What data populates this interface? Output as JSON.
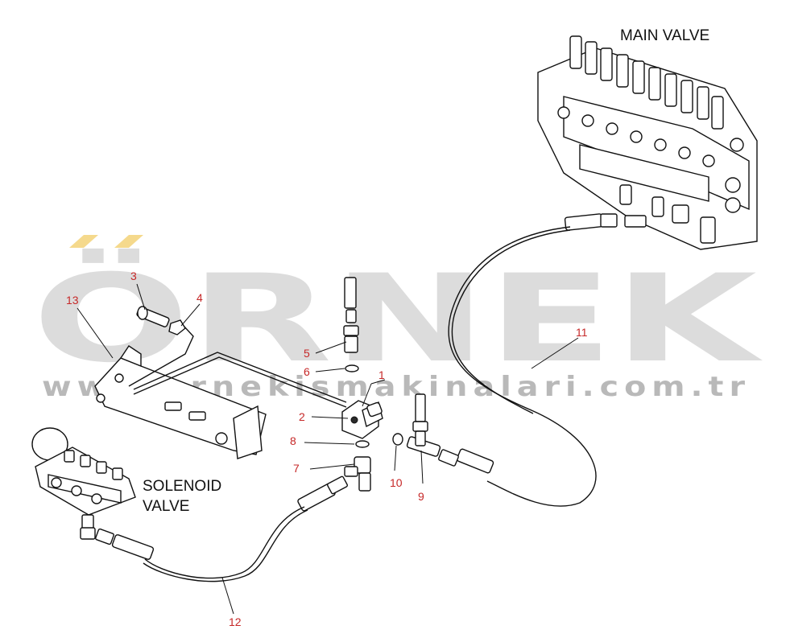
{
  "watermark": {
    "brand": "ÖRNEK",
    "url": "www.ornekismakinalari.com.tr",
    "accent_color": "#f5d98c"
  },
  "labels": {
    "main_valve": "MAIN VALVE",
    "solenoid_line1": "SOLENOID",
    "solenoid_line2": "VALVE"
  },
  "callouts": [
    {
      "id": "1",
      "text": "1"
    },
    {
      "id": "2",
      "text": "2"
    },
    {
      "id": "3",
      "text": "3"
    },
    {
      "id": "4",
      "text": "4"
    },
    {
      "id": "5",
      "text": "5"
    },
    {
      "id": "6",
      "text": "6"
    },
    {
      "id": "7",
      "text": "7"
    },
    {
      "id": "8",
      "text": "8"
    },
    {
      "id": "9",
      "text": "9"
    },
    {
      "id": "10",
      "text": "10"
    },
    {
      "id": "11",
      "text": "11"
    },
    {
      "id": "12",
      "text": "12"
    },
    {
      "id": "13",
      "text": "13"
    }
  ],
  "colors": {
    "callout": "#c62828",
    "line": "#111111",
    "watermark_gray": "#dcdcdc"
  }
}
